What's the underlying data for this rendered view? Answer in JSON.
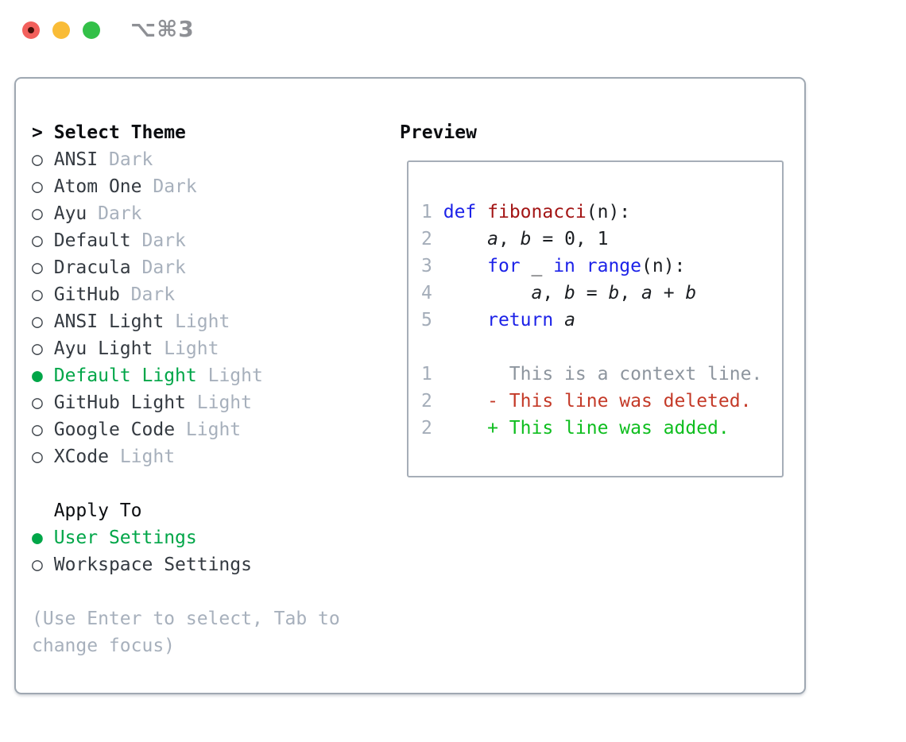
{
  "window": {
    "shortcut": "⌥⌘3"
  },
  "theme_panel": {
    "header": {
      "prompt": ">",
      "label": "Select Theme"
    },
    "bullet_unselected": "○",
    "bullet_selected": "●",
    "items": [
      {
        "name": "ANSI",
        "variant": "Dark",
        "selected": false
      },
      {
        "name": "Atom One",
        "variant": "Dark",
        "selected": false
      },
      {
        "name": "Ayu",
        "variant": "Dark",
        "selected": false
      },
      {
        "name": "Default",
        "variant": "Dark",
        "selected": false
      },
      {
        "name": "Dracula",
        "variant": "Dark",
        "selected": false
      },
      {
        "name": "GitHub",
        "variant": "Dark",
        "selected": false
      },
      {
        "name": "ANSI Light",
        "variant": "Light",
        "selected": false
      },
      {
        "name": "Ayu Light",
        "variant": "Light",
        "selected": false
      },
      {
        "name": "Default Light",
        "variant": "Light",
        "selected": true
      },
      {
        "name": "GitHub Light",
        "variant": "Light",
        "selected": false
      },
      {
        "name": "Google Code",
        "variant": "Light",
        "selected": false
      },
      {
        "name": "XCode",
        "variant": "Light",
        "selected": false
      }
    ],
    "apply_to": {
      "label": "Apply To",
      "options": [
        {
          "name": "User Settings",
          "selected": true
        },
        {
          "name": "Workspace Settings",
          "selected": false
        }
      ]
    },
    "hint_lines": [
      "(Use Enter to select, Tab to",
      "change focus)"
    ]
  },
  "preview": {
    "title": "Preview",
    "lines": [
      [
        {
          "s": "ln",
          "t": "1"
        },
        {
          "s": "plain",
          "t": " "
        },
        {
          "s": "kw",
          "t": "def"
        },
        {
          "s": "plain",
          "t": " "
        },
        {
          "s": "fn",
          "t": "fibonacci"
        },
        {
          "s": "plain",
          "t": "(n):"
        }
      ],
      [
        {
          "s": "ln",
          "t": "2"
        },
        {
          "s": "plain",
          "t": "     "
        },
        {
          "s": "var",
          "t": "a"
        },
        {
          "s": "plain",
          "t": ", "
        },
        {
          "s": "var",
          "t": "b"
        },
        {
          "s": "plain",
          "t": " = 0, 1"
        }
      ],
      [
        {
          "s": "ln",
          "t": "3"
        },
        {
          "s": "plain",
          "t": "     "
        },
        {
          "s": "kw",
          "t": "for"
        },
        {
          "s": "plain",
          "t": " _ "
        },
        {
          "s": "kw",
          "t": "in"
        },
        {
          "s": "plain",
          "t": " "
        },
        {
          "s": "kw",
          "t": "range"
        },
        {
          "s": "plain",
          "t": "(n):"
        }
      ],
      [
        {
          "s": "ln",
          "t": "4"
        },
        {
          "s": "plain",
          "t": "         "
        },
        {
          "s": "var",
          "t": "a"
        },
        {
          "s": "plain",
          "t": ", "
        },
        {
          "s": "var",
          "t": "b"
        },
        {
          "s": "plain",
          "t": " = "
        },
        {
          "s": "var",
          "t": "b"
        },
        {
          "s": "plain",
          "t": ", "
        },
        {
          "s": "var",
          "t": "a"
        },
        {
          "s": "plain",
          "t": " + "
        },
        {
          "s": "var",
          "t": "b"
        }
      ],
      [
        {
          "s": "ln",
          "t": "5"
        },
        {
          "s": "plain",
          "t": "     "
        },
        {
          "s": "kw",
          "t": "return"
        },
        {
          "s": "plain",
          "t": " "
        },
        {
          "s": "var",
          "t": "a"
        }
      ],
      [],
      [
        {
          "s": "ln",
          "t": "1"
        },
        {
          "s": "plain",
          "t": "       "
        },
        {
          "s": "ctx",
          "t": "This is a context line."
        }
      ],
      [
        {
          "s": "ln",
          "t": "2"
        },
        {
          "s": "plain",
          "t": "     "
        },
        {
          "s": "del",
          "t": "- This line was deleted."
        }
      ],
      [
        {
          "s": "ln",
          "t": "2"
        },
        {
          "s": "plain",
          "t": "     "
        },
        {
          "s": "add",
          "t": "+ This line was added."
        }
      ]
    ]
  },
  "colors": {
    "accent_green": "#00a648",
    "diff_added": "#0fbe1f",
    "diff_deleted": "#c43a28",
    "keyword_blue": "#1c22e8",
    "function_red": "#a31515",
    "muted_gray": "#a7b0bc",
    "context_gray": "#8d959e",
    "traffic_red": "#f2605c",
    "traffic_yellow": "#f9bc37",
    "traffic_green": "#33c048"
  }
}
